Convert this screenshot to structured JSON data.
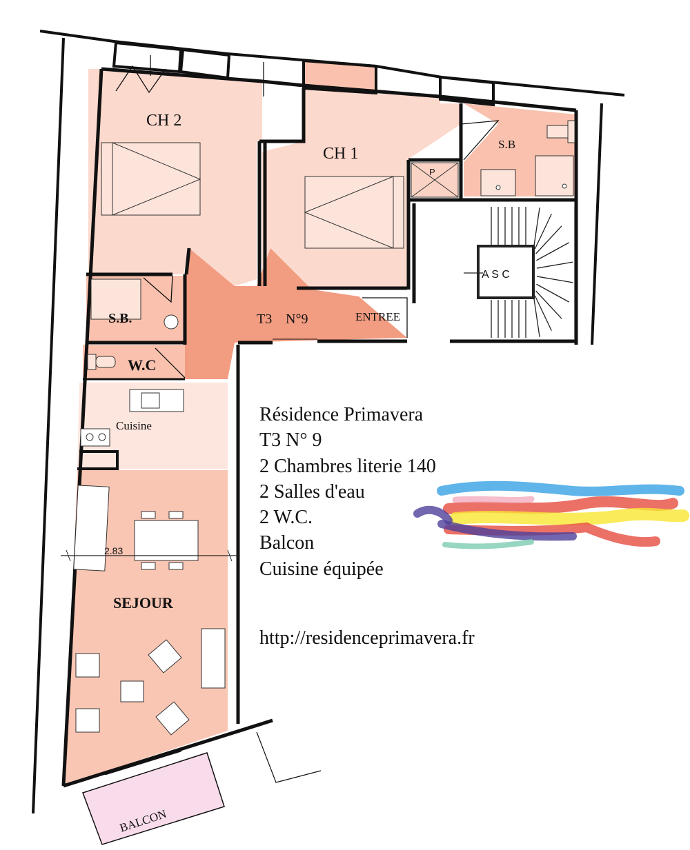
{
  "rooms": {
    "ch2": "CH   2",
    "ch1": "CH   1",
    "sb_top": "S.B",
    "placard": "P",
    "asc": "A S C",
    "sb_left": "S.B.",
    "t3": "T3",
    "t3_num": "N°9",
    "entree": "ENTREE",
    "wc": "W.C",
    "cuisine": "Cuisine",
    "dimension": "2.83",
    "sejour": "SEJOUR",
    "balcon": "BALCON"
  },
  "info": {
    "lines": [
      "Résidence Primavera",
      "T3 N° 9",
      "2 Chambres  literie 140",
      "2 Salles d'eau",
      "2 W.C.",
      "Balcon",
      "Cuisine équipée"
    ],
    "url": "http://residenceprimavera.fr"
  },
  "colors": {
    "bedroom": "#fcd9cd",
    "bathroom": "#f9c1ae",
    "hallway": "#f29c81",
    "living": "#f9c6b3",
    "kitchen": "#fde6de",
    "balcony": "#f9dcec",
    "wall": "#111111"
  },
  "logo": {
    "colors": [
      "#2196e0",
      "#e23a2c",
      "#f7e21b",
      "#3b2a8e",
      "#6ec6a8",
      "#f2a4b8"
    ]
  }
}
